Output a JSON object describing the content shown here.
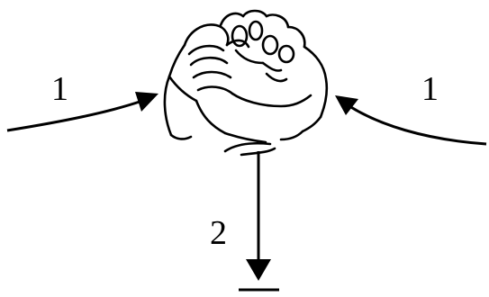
{
  "labels": {
    "left_arrow": "1",
    "right_arrow": "1",
    "down_arrow": "2"
  },
  "figure": {
    "icon": "clasped-hands",
    "ink_color": "#000000",
    "background": "#ffffff"
  }
}
